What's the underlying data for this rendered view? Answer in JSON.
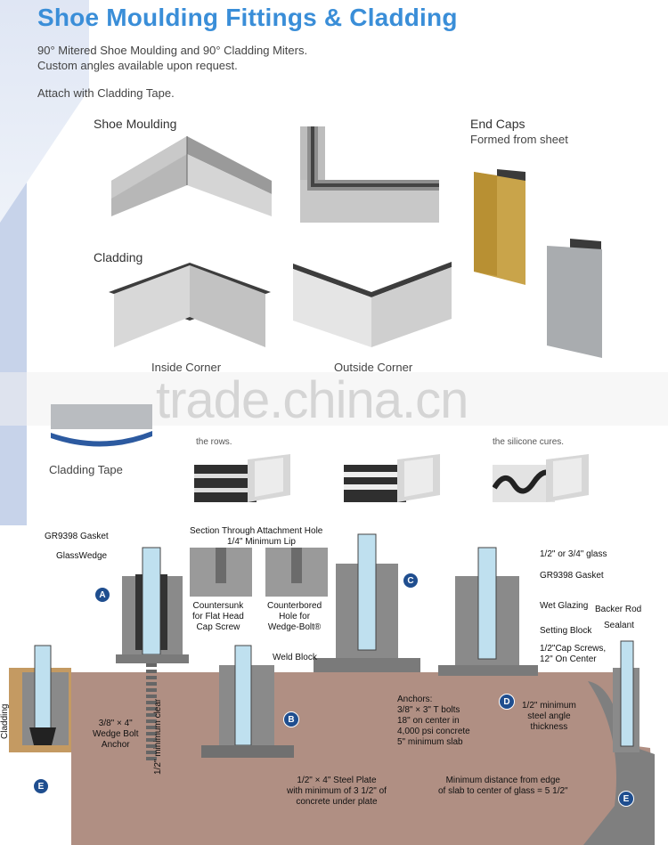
{
  "header": {
    "title": "Shoe Moulding Fittings & Cladding",
    "intro_line1": "90° Mitered Shoe Moulding and 90° Cladding Miters.",
    "intro_line2": "Custom angles available upon request.",
    "attach": "Attach with Cladding Tape."
  },
  "sections": {
    "shoe_moulding": "Shoe Moulding",
    "end_caps": "End Caps",
    "end_caps_sub": "Formed from sheet",
    "cladding": "Cladding",
    "inside_corner": "Inside Corner",
    "outside_corner": "Outside Corner",
    "cladding_tape": "Cladding Tape",
    "note_rows": "the rows.",
    "note_silicone": "the silicone cures."
  },
  "watermark": "trade.china.cn",
  "diagram": {
    "labels": {
      "gasket_left": "GR9398 Gasket",
      "glasswedge": "GlassWedge",
      "section_title": "Section Through Attachment Hole",
      "min_lip": "1/4\" Minimum Lip",
      "countersunk": "Countersunk\nfor Flat Head\nCap Screw",
      "counterbored": "Counterbored\nHole for\nWedge-Bolt®",
      "glass": "1/2\" or 3/4\" glass",
      "gasket_right": "GR9398 Gasket",
      "wet_glazing": "Wet Glazing",
      "backer_rod": "Backer Rod",
      "sealant": "Sealant",
      "setting_block": "Setting Block",
      "cap_screws": "1/2\"Cap Screws,\n12\" On Center",
      "weld_block": "Weld Block",
      "wedge_bolt": "3/8\" × 4\"\nWedge Bolt\nAnchor",
      "min_clear": "1/2\" minimum clear",
      "anchors": "Anchors:\n3/8\" × 3\" T bolts\n18\" on center in\n4,000 psi concrete\n5\" minimum slab",
      "steel_angle": "1/2\" minimum\nsteel angle\nthickness",
      "steel_plate": "1/2\" × 4\" Steel Plate\nwith minimum of 3 1/2\" of\nconcrete under plate",
      "min_distance": "Minimum distance from edge\nof slab to center of glass = 5 1/2\"",
      "cladding_vert": "Cladding"
    },
    "badges": {
      "a": "A",
      "b": "B",
      "c": "C",
      "d": "D",
      "e1": "E",
      "e2": "E"
    }
  },
  "colors": {
    "title_blue": "#3a8ed8",
    "concrete": "#b08f83",
    "steel": "#8c8c8c",
    "glass": "#bfe0ef",
    "badge": "#1f4e8f"
  }
}
